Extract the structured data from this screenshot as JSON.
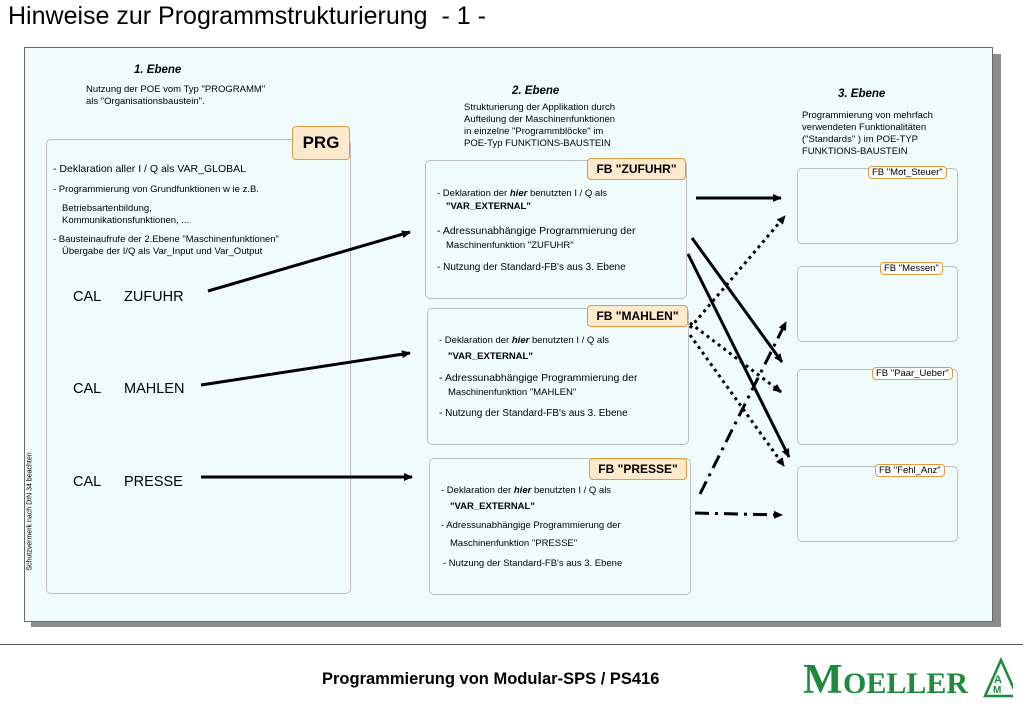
{
  "title": "Hinweise zur Programmstrukturierung  - 1 -",
  "side_note": "Schutzvermerk nach DIN 34 beachten",
  "footer": "Programmierung von Modular-SPS / PS416",
  "logo_text": "MOELLER",
  "colors": {
    "panel_bg": "#f0fcfc",
    "tag_bg": "#fde9cc",
    "tag_border": "#e39a3f",
    "logo_green": "#1e8a3c"
  },
  "level1": {
    "title": "1. Ebene",
    "desc": [
      "Nutzung der POE vom Typ \"PROGRAMM\"",
      "als \"Organisationsbaustein\"."
    ],
    "tag": "PRG",
    "lines": [
      "- Deklaration aller I / Q als  VAR_GLOBAL",
      "- Programmierung von Grundfunktionen w ie z.B.",
      "Betriebsartenbildung,",
      "Kommunikationsfunktionen, ...",
      "- Bausteinaufrufe der 2.Ebene \"Maschinenfunktionen\"",
      "Übergabe der I/Q als Var_Input und Var_Output"
    ],
    "calls": [
      {
        "cmd": "CAL",
        "name": "ZUFUHR"
      },
      {
        "cmd": "CAL",
        "name": "MAHLEN"
      },
      {
        "cmd": "CAL",
        "name": "PRESSE"
      }
    ]
  },
  "level2": {
    "title": "2. Ebene",
    "desc": [
      "Strukturierung der Applikation durch",
      "Aufteilung der Maschinenfunktionen",
      "in einzelne \"Programmblöcke\" im",
      "POE-Typ FUNKTIONS-BAUSTEIN"
    ],
    "blocks": [
      {
        "tag": "FB \"ZUFUHR\"",
        "decl_pre": "- Deklaration der ",
        "decl_em": "hier",
        "decl_post": " benutzten I / Q als",
        "decl_var": "\"VAR_EXTERNAL\"",
        "func1": "- Adressunabhängige Programmierung der",
        "func2": "Maschinenfunktion \"ZUFUHR\"",
        "use": "- Nutzung der Standard-FB's aus 3. Ebene"
      },
      {
        "tag": "FB \"MAHLEN\"",
        "decl_pre": "- Deklaration der ",
        "decl_em": "hier",
        "decl_post": " benutzten I / Q als",
        "decl_var": "\"VAR_EXTERNAL\"",
        "func1": "- Adressunabhängige Programmierung der",
        "func2": "Maschinenfunktion \"MAHLEN\"",
        "use": "- Nutzung der Standard-FB's aus 3. Ebene"
      },
      {
        "tag": "FB \"PRESSE\"",
        "decl_pre": "- Deklaration der ",
        "decl_em": "hier",
        "decl_post": " benutzten I / Q als",
        "decl_var": "\"VAR_EXTERNAL\"",
        "func1": "- Adressunabhängige Programmierung der",
        "func2": "Maschinenfunktion \"PRESSE\"",
        "use": "- Nutzung der Standard-FB's aus 3. Ebene"
      }
    ]
  },
  "level3": {
    "title": "3. Ebene",
    "desc": [
      "Programmierung von mehrfach",
      "verwendeten Funktionalitäten",
      "(\"Standards\" ) im POE-TYP",
      "FUNKTIONS-BAUSTEIN"
    ],
    "blocks": [
      {
        "tag": "FB \"Mot_Steuer\""
      },
      {
        "tag": "FB \"Messen\""
      },
      {
        "tag": "FB \"Paar_Ueber\""
      },
      {
        "tag": "FB \"Fehl_Anz\""
      }
    ]
  }
}
